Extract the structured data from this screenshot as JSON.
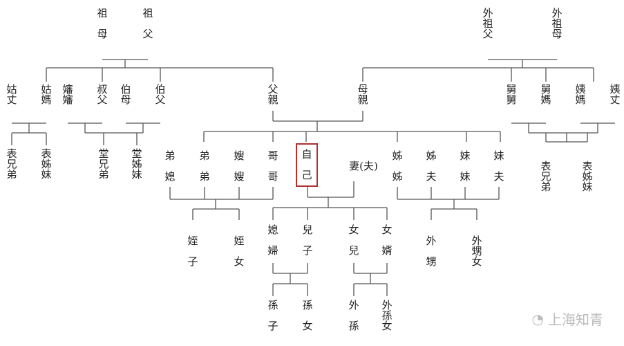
{
  "watermark": {
    "icon": "wechat-icon",
    "text": "上海知青"
  },
  "people": {
    "zumu": "祖\n\n母",
    "zufu": "祖\n\n父",
    "waizufu": "外\n祖\n父",
    "waizumu": "外\n祖\n母",
    "guzhang": "姑\n丈",
    "gumama": "姑\n媽",
    "shenshen": "嬸\n嬸",
    "shufu": "叔\n父",
    "bomu": "伯\n母",
    "bofu": "伯\n父",
    "fuqin": "父\n親",
    "muqin": "母\n親",
    "jiujiu": "舅\n舅",
    "jiuma": "舅\n媽",
    "yima": "姨\n媽",
    "yizhang": "姨\n丈",
    "biaoxiongdi_l": "表\n兄\n弟",
    "biaozimei_l": "表\n姊\n妹",
    "tangxiongdi": "堂\n兄\n弟",
    "tangzimei": "堂\n姊\n妹",
    "dixifu": "弟\n\n媳",
    "didi": "弟\n\n弟",
    "saosao": "嫂\n\n嫂",
    "gege": "哥\n\n哥",
    "self": "自\n\n己",
    "qi": "妻(夫)",
    "jiejie": "姊\n\n姊",
    "jiefu": "姊\n\n夫",
    "meimei": "妹\n\n妹",
    "meifu": "妹\n\n夫",
    "biaoxiongdi_r": "表\n兄\n弟",
    "biaozimei_r": "表\n姊\n妹",
    "zhizi": "姪\n\n子",
    "zhinu": "姪\n\n女",
    "xifu": "媳\n\n婦",
    "erzi": "兒\n\n子",
    "nuer": "女\n\n兒",
    "nuxu": "女\n\n婿",
    "waisheng": "外\n\n甥",
    "waishengnu": "外\n甥\n女",
    "sunzi": "孫\n\n子",
    "sunnu": "孫\n\n女",
    "waisun": "外\n\n孫",
    "waisunnu": "外\n孫\n女"
  }
}
